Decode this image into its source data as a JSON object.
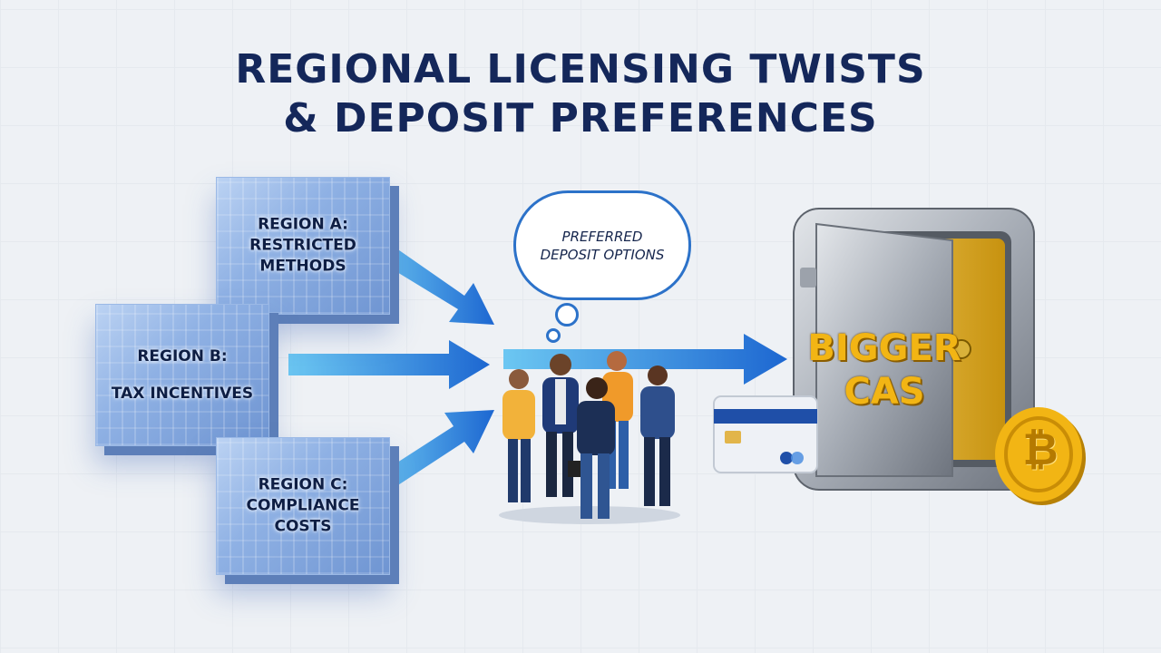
{
  "title": {
    "line1": "REGIONAL LICENSING TWISTS",
    "line2": "& DEPOSIT PREFERENCES"
  },
  "regions": [
    {
      "line1": "REGION A:",
      "line2": "RESTRICTED",
      "line3": "METHODS"
    },
    {
      "line1": "REGION B:",
      "line2": "",
      "line3": "TAX INCENTIVES"
    },
    {
      "line1": "REGION C:",
      "line2": "COMPLIANCE",
      "line3": "COSTS"
    }
  ],
  "bubble": {
    "line1": "PREFERRED",
    "line2": "DEPOSIT OPTIONS"
  },
  "safe": {
    "line1": "BIGGER",
    "line2": "CAS"
  },
  "coin": {
    "symbol": "₿"
  },
  "colors": {
    "title": "#14275a",
    "arrow": "#1f6fd6",
    "arrow_light": "#4fb4ee",
    "gold": "#f2b514",
    "safe_steel": "#b9bec6"
  },
  "icons": {
    "card": "credit-card-icon",
    "coin": "bitcoin-icon",
    "safe": "safe-vault-icon",
    "group": "people-group-icon"
  }
}
